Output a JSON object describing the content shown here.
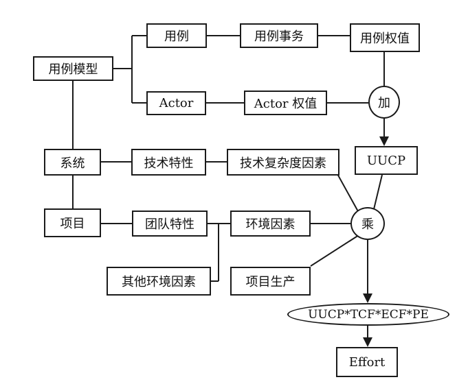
{
  "nodes": {
    "use_case_model": "用例模型",
    "use_case": "用例",
    "use_case_transaction": "用例事务",
    "use_case_weight": "用例权值",
    "actor": "Actor",
    "actor_weight": "Actor 权值",
    "add": "加",
    "system": "系统",
    "tech_features": "技术特性",
    "tech_complexity_factors": "技术复杂度因素",
    "uucp": "UUCP",
    "project": "项目",
    "team_features": "团队特性",
    "env_factors": "环境因素",
    "multiply": "乘",
    "other_env_factors": "其他环境因素",
    "project_productivity": "项目生产",
    "formula": "UUCP*TCF*ECF*PE",
    "effort": "Effort"
  },
  "colors": {
    "stroke": "#1a1a1a",
    "background": "#ffffff"
  }
}
